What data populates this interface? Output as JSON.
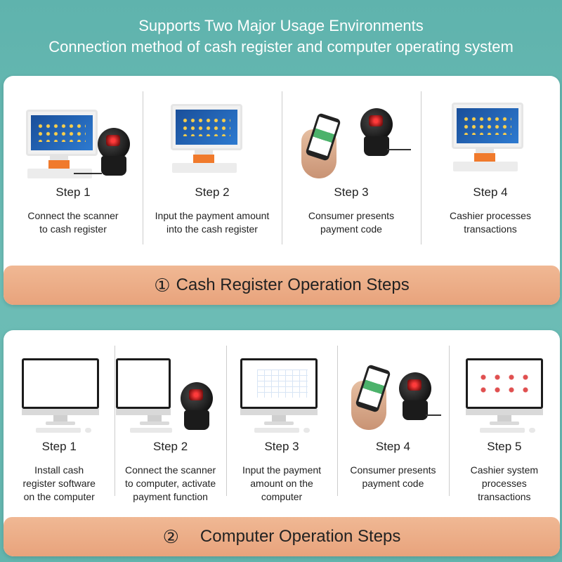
{
  "header": {
    "line1": "Supports Two Major Usage Environments",
    "line2": "Connection method of cash register and computer operating system"
  },
  "cash_register": {
    "band_number": "①",
    "band_title": "Cash Register Operation Steps",
    "steps": [
      {
        "title": "Step 1",
        "desc1": "Connect the scanner",
        "desc2": "to cash register"
      },
      {
        "title": "Step 2",
        "desc1": "Input the payment amount",
        "desc2": "into the cash register"
      },
      {
        "title": "Step 3",
        "desc1": "Consumer presents",
        "desc2": "payment code"
      },
      {
        "title": "Step 4",
        "desc1": "Cashier processes",
        "desc2": "transactions"
      }
    ]
  },
  "computer": {
    "band_number": "②",
    "band_title": "Computer Operation Steps",
    "steps": [
      {
        "title": "Step 1",
        "desc1": "Install cash",
        "desc2": "register software",
        "desc3": "on the computer"
      },
      {
        "title": "Step 2",
        "desc1": "Connect the scanner",
        "desc2": "to computer, activate",
        "desc3": "payment function"
      },
      {
        "title": "Step 3",
        "desc1": "Input the payment",
        "desc2": "amount on the",
        "desc3": "computer"
      },
      {
        "title": "Step 4",
        "desc1": "Consumer presents",
        "desc2": "payment code",
        "desc3": ""
      },
      {
        "title": "Step 5",
        "desc1": "Cashier system",
        "desc2": "processes",
        "desc3": "transactions"
      }
    ]
  },
  "icons": [
    "pos-terminal-icon",
    "barcode-scanner-icon",
    "smartphone-icon",
    "desktop-monitor-icon"
  ]
}
